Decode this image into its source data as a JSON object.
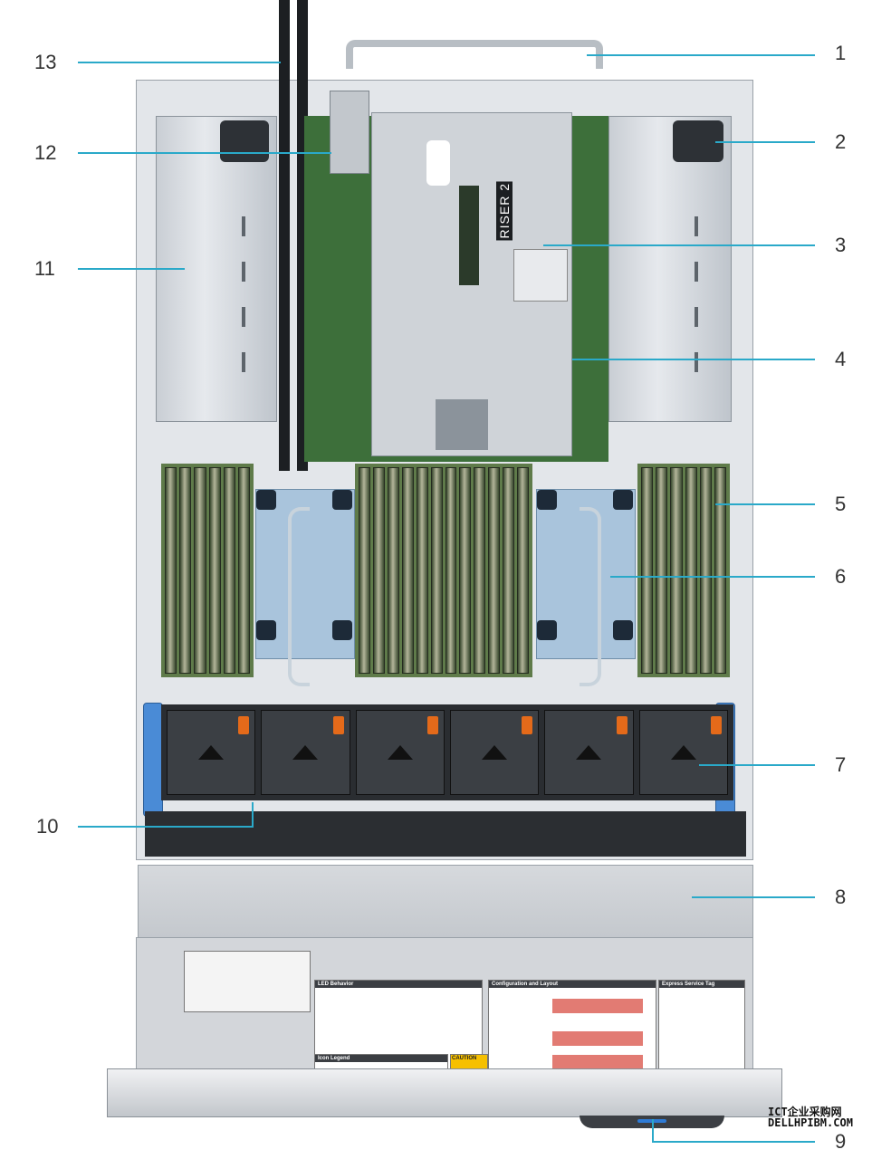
{
  "callouts": [
    {
      "label": "1"
    },
    {
      "label": "2"
    },
    {
      "label": "3"
    },
    {
      "label": "4"
    },
    {
      "label": "5"
    },
    {
      "label": "6"
    },
    {
      "label": "7"
    },
    {
      "label": "8"
    },
    {
      "label": "9"
    },
    {
      "label": "10"
    },
    {
      "label": "11"
    },
    {
      "label": "12"
    },
    {
      "label": "13"
    }
  ],
  "riser_label": "RISER 2",
  "labels": {
    "led_behavior": "LED Behavior",
    "icon_legend": "Icon Legend",
    "config_layout": "Configuration and Layout",
    "express_service_tag": "Express Service Tag",
    "caution": "CAUTION"
  },
  "watermark": {
    "line1": "ICT企业采购网",
    "line2": "DELLHPIBM.COM"
  },
  "colors": {
    "callout_line": "#2aa9c9",
    "fan_latch": "#e46a1a",
    "heatsink": "#a9c4dc",
    "board": "#3d6f3a"
  }
}
